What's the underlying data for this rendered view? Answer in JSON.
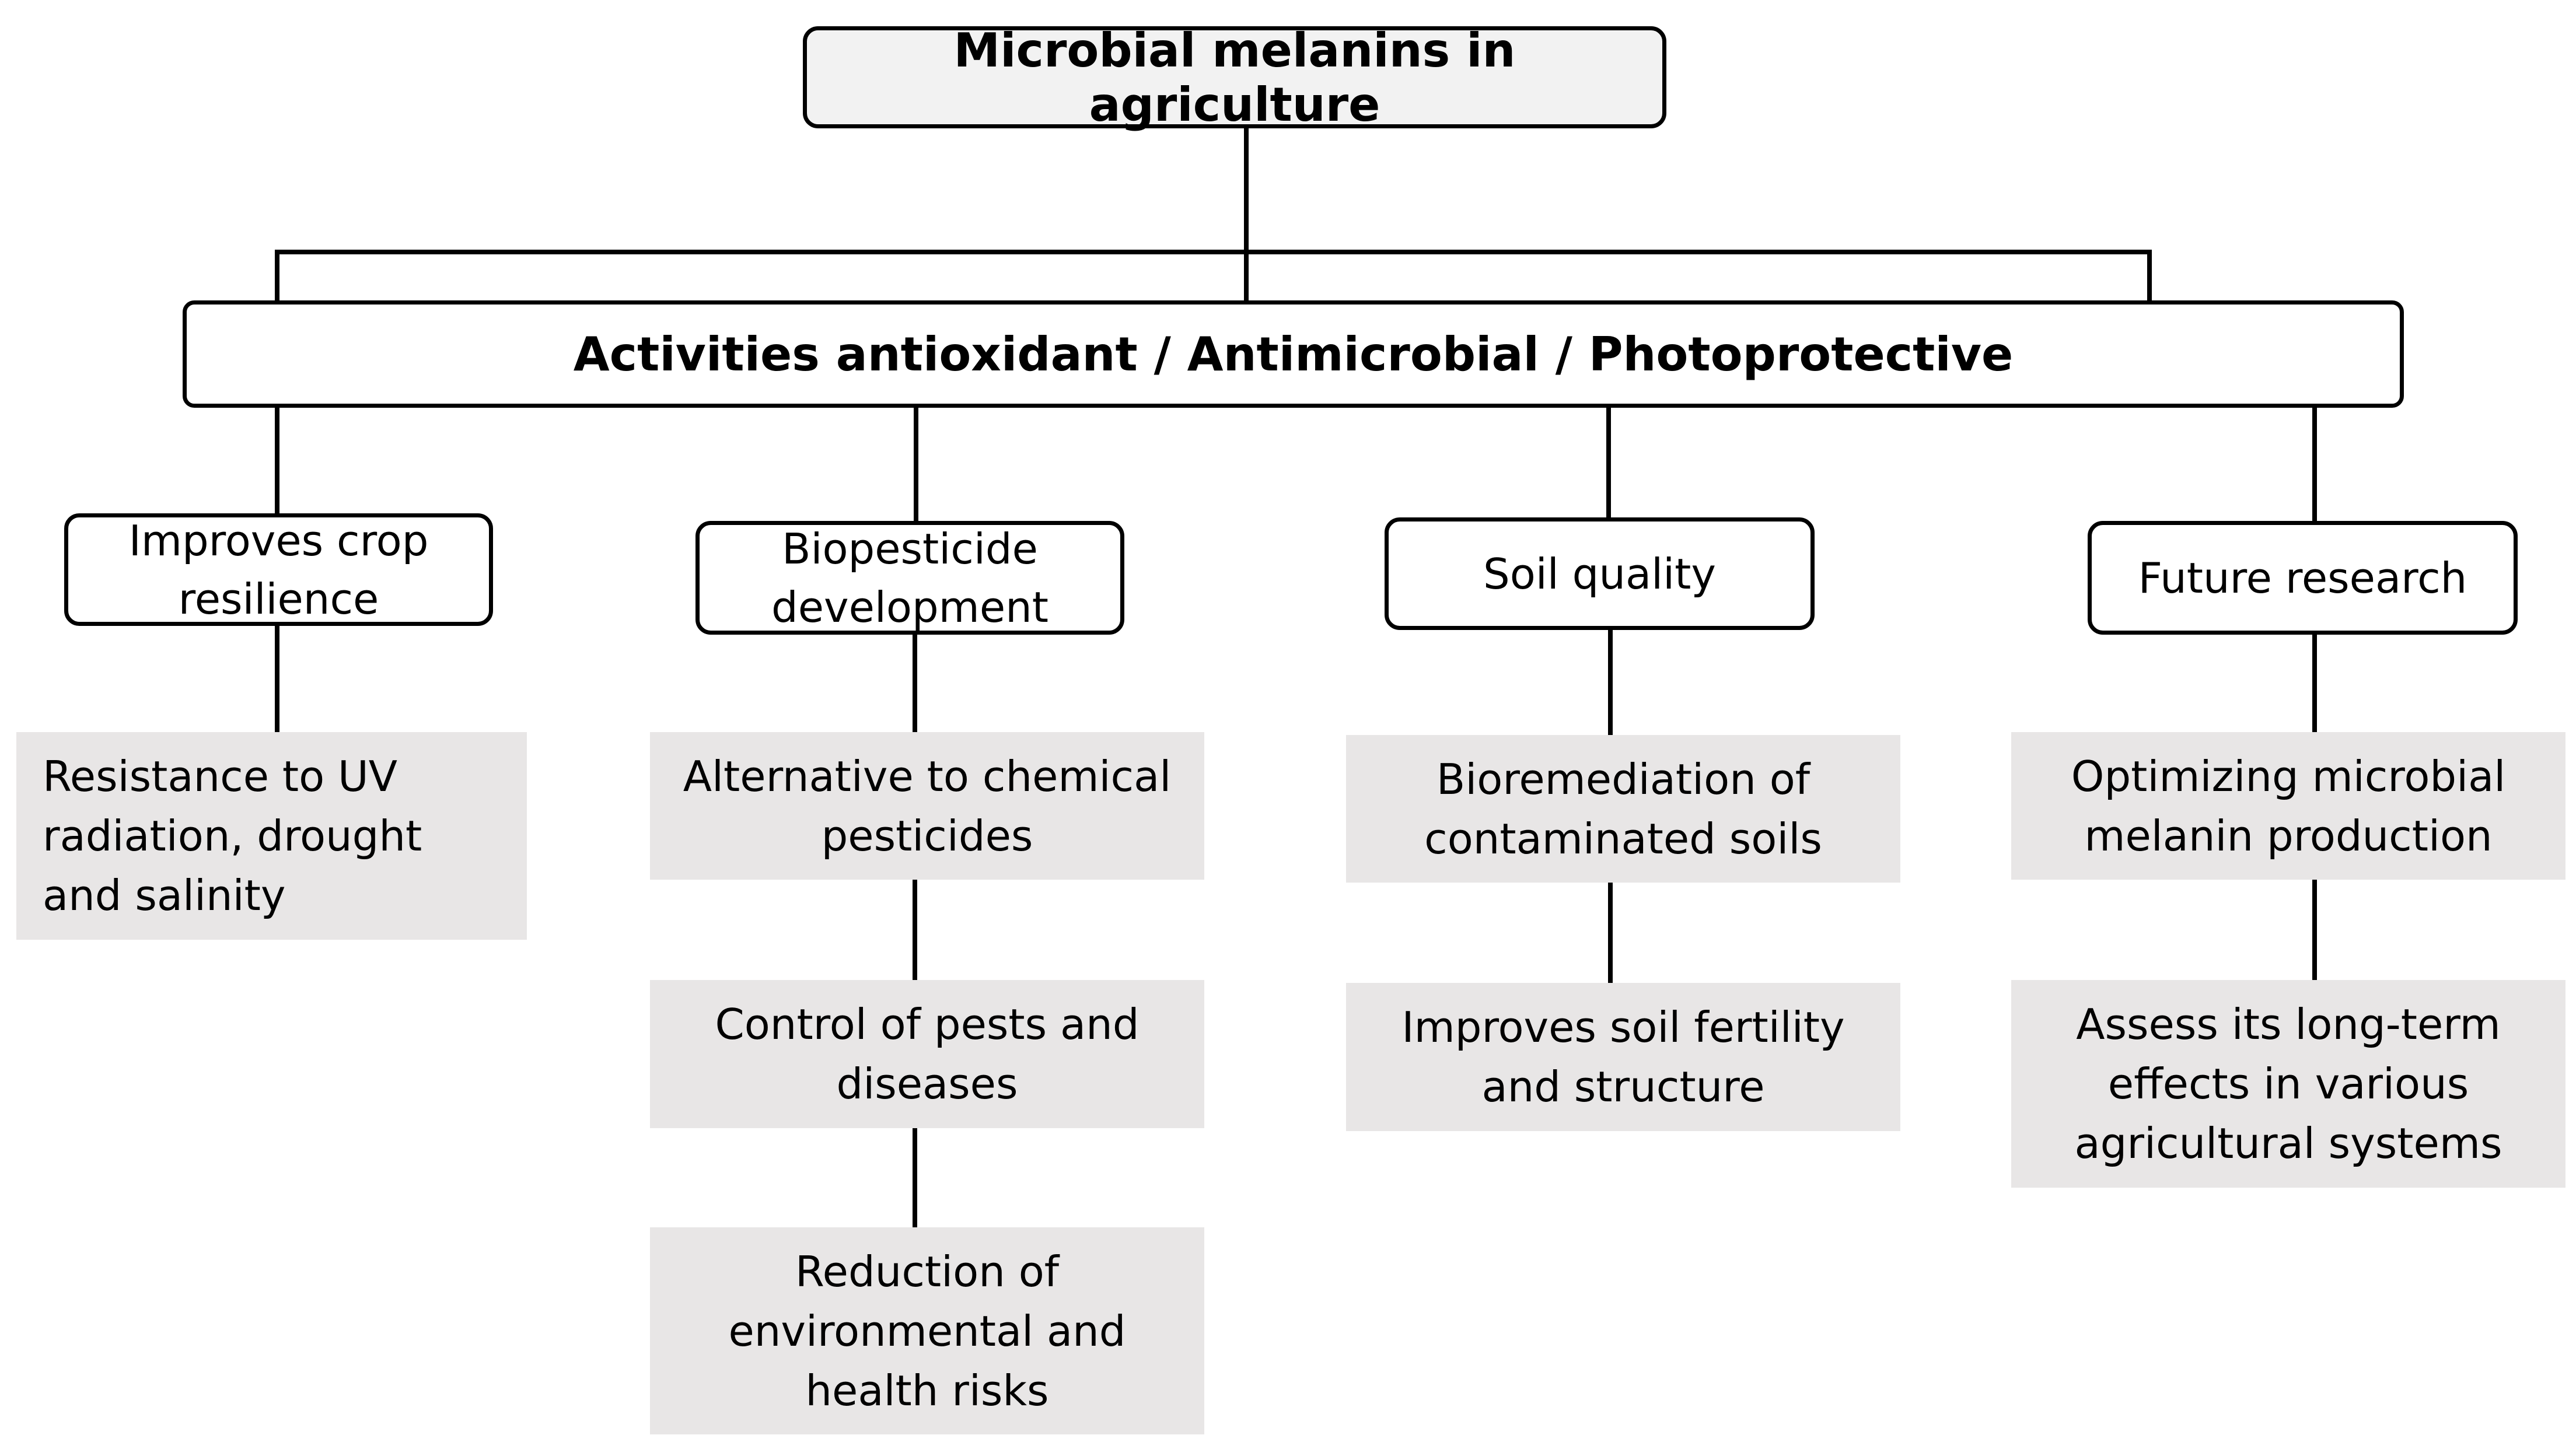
{
  "title": "Microbial melanins in agriculture",
  "activities": "Activities antioxidant / Antimicrobial / Photoprotective",
  "categories": [
    {
      "label": "Improves crop resilience",
      "items": [
        "Resistance to UV radiation, drought and salinity"
      ]
    },
    {
      "label": "Biopesticide development",
      "items": [
        "Alternative to chemical pesticides",
        "Control of pests and diseases",
        "Reduction of environmental and health risks"
      ]
    },
    {
      "label": "Soil quality",
      "items": [
        "Bioremediation of contaminated soils",
        "Improves soil fertility and structure"
      ]
    },
    {
      "label": "Future research",
      "items": [
        "Optimizing microbial melanin production",
        "Assess its long-term effects in various agricultural systems"
      ]
    }
  ],
  "colors": {
    "title_fill": "#f2f2f2",
    "leaf_fill": "#e8e6e6",
    "line": "#000000"
  }
}
